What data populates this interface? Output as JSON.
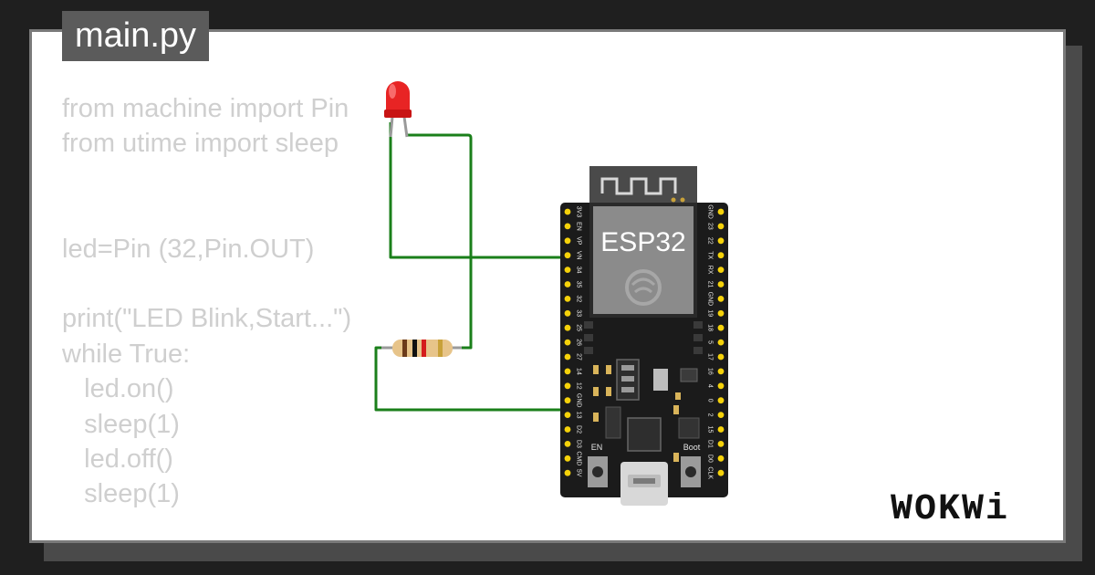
{
  "tab": {
    "filename": "main.py"
  },
  "code": {
    "lines": [
      "from machine import Pin",
      "from utime import sleep",
      "",
      "",
      "led=Pin (32,Pin.OUT)",
      "",
      "print(\"LED Blink,Start...\")",
      "while True:",
      "   led.on()",
      "   sleep(1)",
      "   led.off()",
      "   sleep(1)"
    ]
  },
  "board": {
    "label": "ESP32",
    "left_pins": [
      "3V3",
      "EN",
      "VP",
      "VN",
      "34",
      "35",
      "32",
      "33",
      "25",
      "26",
      "27",
      "14",
      "12",
      "GND",
      "13",
      "D2",
      "D3",
      "CMD",
      "5V"
    ],
    "right_pins": [
      "GND",
      "23",
      "22",
      "TX",
      "RX",
      "21",
      "GND",
      "19",
      "18",
      "5",
      "17",
      "16",
      "4",
      "0",
      "2",
      "15",
      "D1",
      "D0",
      "CLK"
    ],
    "en_label": "EN",
    "boot_label": "Boot",
    "colors": {
      "pcb": "#1b1b1b",
      "pin": "#f5d20a",
      "wire": "#1a7f1a",
      "led": "#e82424"
    }
  },
  "logo": {
    "text": "WOKWi"
  }
}
